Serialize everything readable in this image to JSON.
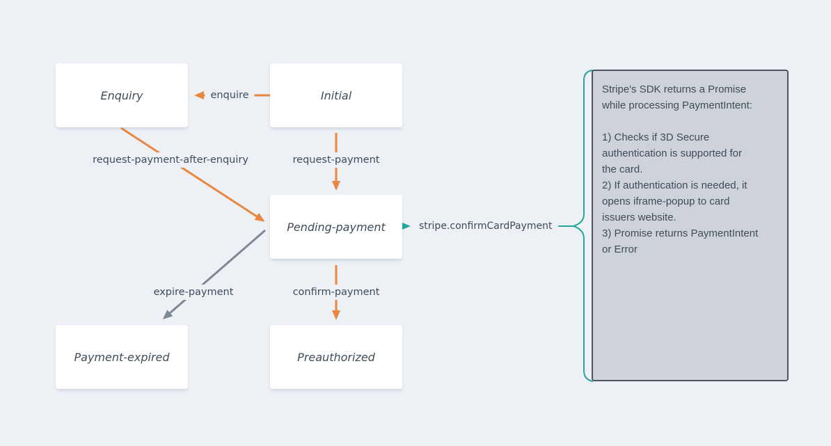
{
  "colors": {
    "bg": "#EDF1F6",
    "box": "#FFFFFF",
    "ink": "#3D4C5A",
    "orange": "#E8873D",
    "gray": "#7E8890",
    "teal": "#22A79A",
    "note_bg": "#CDD3D9",
    "note_border": "#4C5661"
  },
  "states": [
    {
      "id": "enquiry",
      "label": "Enquiry"
    },
    {
      "id": "initial",
      "label": "Initial"
    },
    {
      "id": "pending-payment",
      "label": "Pending-payment"
    },
    {
      "id": "payment-expired",
      "label": "Payment-expired"
    },
    {
      "id": "preauthorized",
      "label": "Preauthorized"
    }
  ],
  "transitions": [
    {
      "label": "enquire",
      "from": "Initial",
      "to": "Enquiry",
      "color": "orange"
    },
    {
      "label": "request-payment",
      "from": "Initial",
      "to": "Pending-payment",
      "color": "orange"
    },
    {
      "label": "request-payment-after-enquiry",
      "from": "Enquiry",
      "to": "Pending-payment",
      "color": "orange"
    },
    {
      "label": "expire-payment",
      "from": "Pending-payment",
      "to": "Payment-expired",
      "color": "gray"
    },
    {
      "label": "confirm-payment",
      "from": "Pending-payment",
      "to": "Preauthorized",
      "color": "orange"
    }
  ],
  "callout": {
    "label": "stripe.confirmCardPayment",
    "from": "Pending-payment",
    "color": "teal"
  },
  "note": {
    "text": "Stripe's SDK returns a Promise\nwhile processing PaymentIntent:\n\n1) Checks if 3D Secure\nauthentication is supported for\nthe card.\n2) If authentication is needed, it\nopens iframe-popup to card\nissuers website.\n3) Promise returns PaymentIntent\nor Error"
  }
}
